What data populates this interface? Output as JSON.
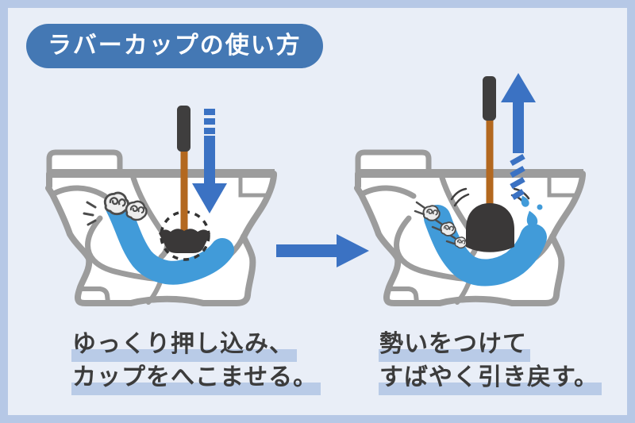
{
  "title": {
    "label": "ラバーカップの使い方"
  },
  "steps": [
    {
      "id": "push-down",
      "line1": "ゆっくり押し込み、",
      "line2": "カップをへこませる。"
    },
    {
      "id": "pull-up",
      "line1": "勢いをつけて",
      "line2": "すばやく引き戻す。"
    }
  ],
  "colors": {
    "frame": "#b6c8e6",
    "background": "#e9eef7",
    "badge_blue": "#4478b4",
    "arrow_blue": "#3b72c3",
    "water_blue": "#419bd9",
    "outline_gray": "#9c9c9c",
    "plunger_handle": "#3f3e3e",
    "plunger_shaft": "#b3681f",
    "plunger_cup": "#3a3838",
    "caption_highlight": "#b9cbe7",
    "caption_text": "#3c3c3c"
  },
  "icons": [
    "toilet-cross-section-icon",
    "plunger-icon",
    "clog-paper-icon",
    "water-shape",
    "down-arrow-icon",
    "up-arrow-icon",
    "transition-arrow-icon",
    "splash-droplet-icon",
    "dashed-cup-outline-icon"
  ]
}
